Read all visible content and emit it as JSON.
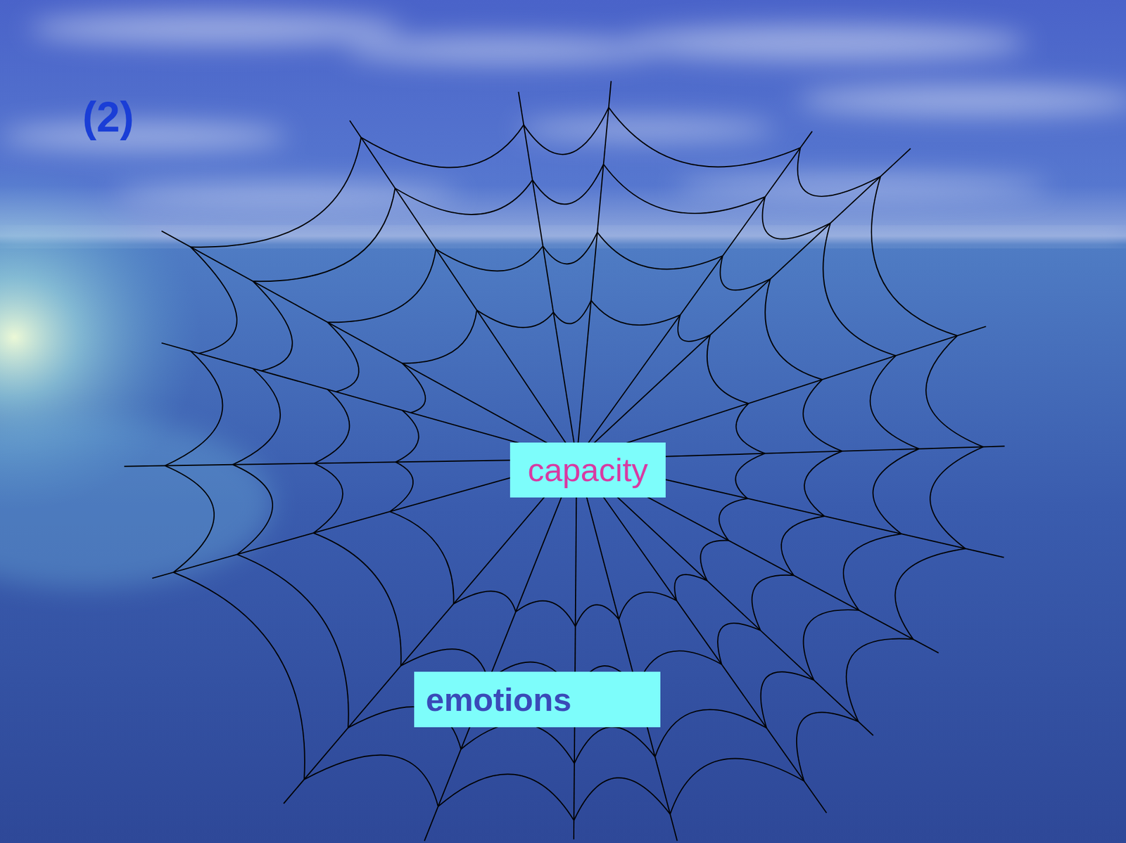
{
  "diagram": {
    "nodes": [
      {
        "text": [
          "capacity"
        ]
      },
      {
        "text": [
          "emotions"
        ]
      }
    ],
    "labels": [
      "(2)"
    ]
  }
}
